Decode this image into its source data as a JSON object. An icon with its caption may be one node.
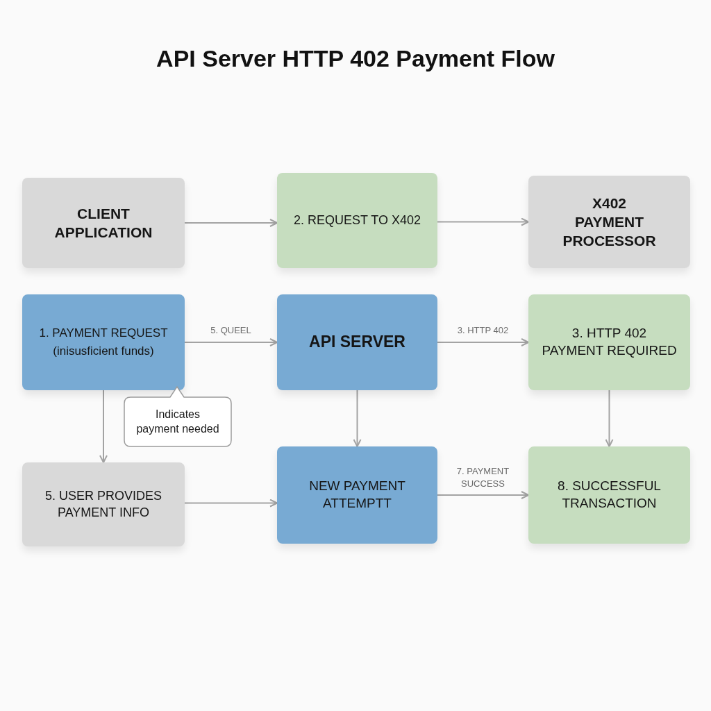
{
  "diagram": {
    "title": "API Server HTTP 402 Payment Flow",
    "nodes": [
      {
        "text": [
          "CLIENT APPLICATION"
        ]
      },
      {
        "text": [
          "2. REQUEST TO X402"
        ]
      },
      {
        "text": [
          "X402 PAYMENT PROCESSOR"
        ]
      },
      {
        "text": [
          "1. PAYMENT REQUEST",
          "(inisusficient funds)"
        ]
      },
      {
        "text": [
          "API SERVER"
        ]
      },
      {
        "text": [
          "3. HTTP 402 PAYMENT REQUIRED"
        ]
      },
      {
        "text": [
          "Indicates payment needed"
        ]
      },
      {
        "text": [
          "5. USER PROVIDES PAYMENT INFO"
        ]
      },
      {
        "text": [
          "NEW PAYMENT ATTEMPTT"
        ]
      },
      {
        "text": [
          "8. SUCCESSFUL TRANSACTION"
        ]
      }
    ],
    "edges": [
      {
        "from": 0,
        "to": 1,
        "arrow": "to"
      },
      {
        "from": 1,
        "to": 2,
        "arrow": "to"
      },
      {
        "from": 3,
        "to": 4,
        "arrow": "to",
        "label": "5. QUEEL"
      },
      {
        "from": 4,
        "to": 5,
        "arrow": "to",
        "label": "3. HTTP 402"
      },
      {
        "from": 3,
        "to": 7,
        "arrow": "to"
      },
      {
        "from": 4,
        "to": 8,
        "arrow": "to"
      },
      {
        "from": 5,
        "to": 9,
        "arrow": "to"
      },
      {
        "from": 7,
        "to": 8,
        "arrow": "to"
      },
      {
        "from": 8,
        "to": 9,
        "arrow": "to",
        "label": "7. PAYMENT SUCCESS"
      }
    ]
  }
}
